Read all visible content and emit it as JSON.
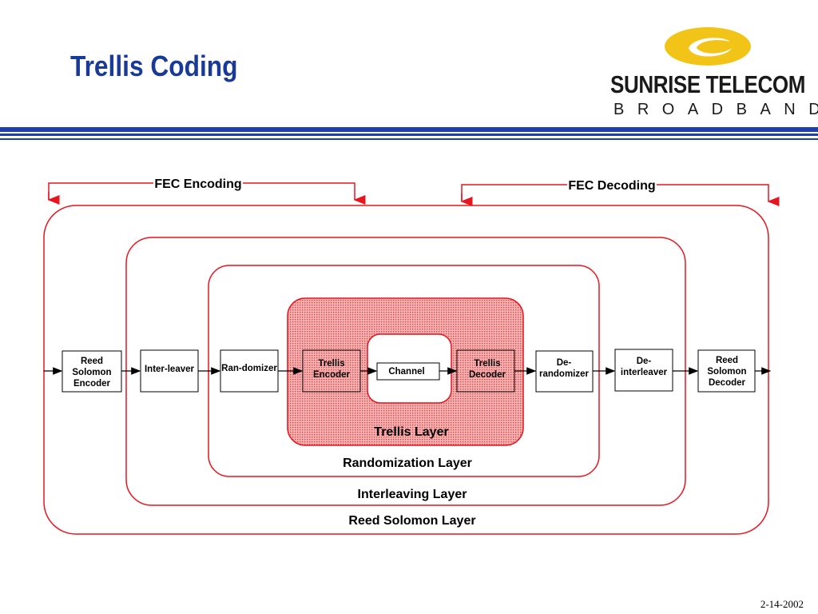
{
  "slide": {
    "title": "Trellis Coding",
    "date": "2-14-2002"
  },
  "logo": {
    "name": "SUNRISE TELECOM",
    "subtitle": "BROADBAND",
    "colors": {
      "swirl": "#f2c418",
      "text": "#1a1a1a"
    }
  },
  "colors": {
    "title": "#1a3a9a",
    "rule": "#1f3fae",
    "layer_outline": "#e8141e",
    "trellis_fill": "#f4a8a8"
  },
  "diagram": {
    "fec_encoding_label": "FEC Encoding",
    "fec_decoding_label": "FEC Decoding",
    "layers": {
      "trellis": "Trellis Layer",
      "randomization": "Randomization Layer",
      "interleaving": "Interleaving Layer",
      "reed_solomon": "Reed Solomon Layer"
    },
    "blocks": {
      "rs_encoder": [
        "Reed",
        "Solomon",
        "Encoder"
      ],
      "interleaver": [
        "Inter-leaver"
      ],
      "randomizer": [
        "Ran-domizer"
      ],
      "trellis_encoder": [
        "Trellis",
        "Encoder"
      ],
      "channel": [
        "Channel"
      ],
      "trellis_decoder": [
        "Trellis",
        "Decoder"
      ],
      "derandomizer": [
        "De-",
        "randomizer"
      ],
      "deinterleaver": [
        "De-",
        "interleaver"
      ],
      "rs_decoder": [
        "Reed",
        "Solomon",
        "Decoder"
      ]
    }
  }
}
